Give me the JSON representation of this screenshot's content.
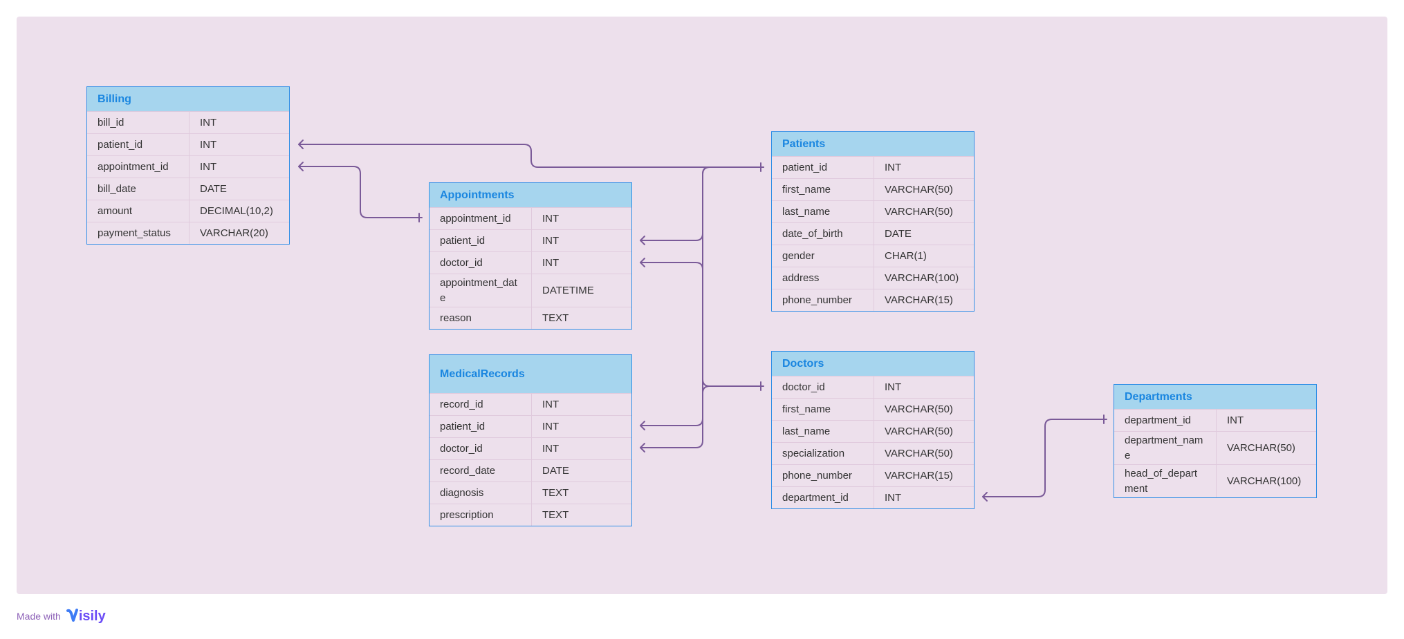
{
  "entities": {
    "billing": {
      "title": "Billing",
      "columns": [
        {
          "name": "bill_id",
          "type": "INT"
        },
        {
          "name": "patient_id",
          "type": "INT"
        },
        {
          "name": "appointment_id",
          "type": "INT"
        },
        {
          "name": "bill_date",
          "type": "DATE"
        },
        {
          "name": "amount",
          "type": "DECIMAL(10,2)"
        },
        {
          "name": "payment_status",
          "type": "VARCHAR(20)"
        }
      ]
    },
    "appointments": {
      "title": "Appointments",
      "columns": [
        {
          "name": "appointment_id",
          "type": "INT"
        },
        {
          "name": "patient_id",
          "type": "INT"
        },
        {
          "name": "doctor_id",
          "type": "INT"
        },
        {
          "name": "appointment_date",
          "type": "DATETIME"
        },
        {
          "name": "reason",
          "type": "TEXT"
        }
      ]
    },
    "medical_records": {
      "title": "MedicalRecords",
      "columns": [
        {
          "name": "record_id",
          "type": "INT"
        },
        {
          "name": "patient_id",
          "type": "INT"
        },
        {
          "name": "doctor_id",
          "type": "INT"
        },
        {
          "name": "record_date",
          "type": "DATE"
        },
        {
          "name": "diagnosis",
          "type": "TEXT"
        },
        {
          "name": "prescription",
          "type": "TEXT"
        }
      ]
    },
    "patients": {
      "title": "Patients",
      "columns": [
        {
          "name": "patient_id",
          "type": "INT"
        },
        {
          "name": "first_name",
          "type": "VARCHAR(50)"
        },
        {
          "name": "last_name",
          "type": "VARCHAR(50)"
        },
        {
          "name": "date_of_birth",
          "type": "DATE"
        },
        {
          "name": "gender",
          "type": "CHAR(1)"
        },
        {
          "name": "address",
          "type": "VARCHAR(100)"
        },
        {
          "name": "phone_number",
          "type": "VARCHAR(15)"
        }
      ]
    },
    "doctors": {
      "title": "Doctors",
      "columns": [
        {
          "name": "doctor_id",
          "type": "INT"
        },
        {
          "name": "first_name",
          "type": "VARCHAR(50)"
        },
        {
          "name": "last_name",
          "type": "VARCHAR(50)"
        },
        {
          "name": "specialization",
          "type": "VARCHAR(50)"
        },
        {
          "name": "phone_number",
          "type": "VARCHAR(15)"
        },
        {
          "name": "department_id",
          "type": "INT"
        }
      ]
    },
    "departments": {
      "title": "Departments",
      "columns": [
        {
          "name": "department_id",
          "type": "INT"
        },
        {
          "name": "department_name",
          "type": "VARCHAR(50)"
        },
        {
          "name": "head_of_department",
          "type": "VARCHAR(100)"
        }
      ]
    }
  },
  "relationships": [
    {
      "from": "Billing.patient_id",
      "to": "Patients.patient_id",
      "from_end": "many",
      "to_end": "one"
    },
    {
      "from": "Billing.appointment_id",
      "to": "Appointments.appointment_id",
      "from_end": "many",
      "to_end": "one"
    },
    {
      "from": "Appointments.patient_id",
      "to": "Patients.patient_id",
      "from_end": "many",
      "to_end": "one"
    },
    {
      "from": "Appointments.doctor_id",
      "to": "Doctors.doctor_id",
      "from_end": "many",
      "to_end": "one"
    },
    {
      "from": "MedicalRecords.patient_id",
      "to": "Patients.patient_id",
      "from_end": "many",
      "to_end": "one"
    },
    {
      "from": "MedicalRecords.doctor_id",
      "to": "Doctors.doctor_id",
      "from_end": "many",
      "to_end": "one"
    },
    {
      "from": "Doctors.department_id",
      "to": "Departments.department_id",
      "from_end": "many",
      "to_end": "one"
    }
  ],
  "colors": {
    "canvas": "#ede0ec",
    "header": "#a6d5ee",
    "header_text": "#1a86e0",
    "border": "#2f8ee6",
    "connector": "#7a5a98"
  },
  "brand": {
    "made_with": "Made with",
    "logo_text": "isily",
    "logo_icon": "visily-v-icon"
  }
}
